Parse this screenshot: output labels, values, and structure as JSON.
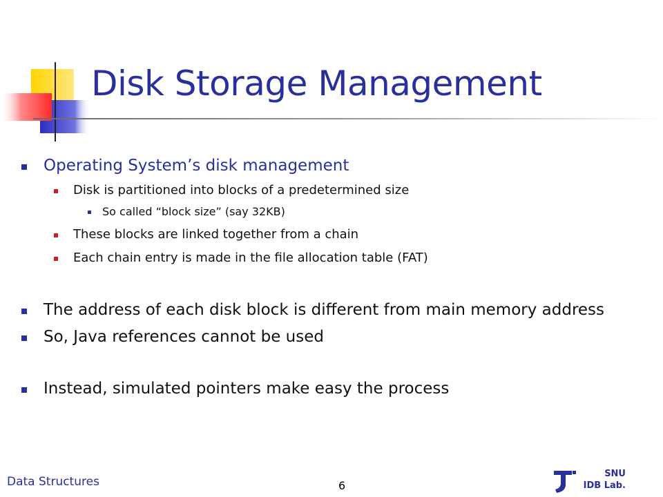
{
  "slide": {
    "title": "Disk Storage Management",
    "bullets": [
      {
        "level": 1,
        "accent": true,
        "text": "Operating System’s disk management"
      },
      {
        "level": 2,
        "text": "Disk is partitioned into blocks of a predetermined size"
      },
      {
        "level": 3,
        "text": "So called “block size” (say 32KB)"
      },
      {
        "level": 2,
        "text": "These blocks are linked together from a chain"
      },
      {
        "level": 2,
        "text": "Each chain entry is made in the file allocation table (FAT)"
      },
      {
        "level": 1,
        "text": "The address of each disk block is different from main memory address"
      },
      {
        "level": 1,
        "text": "So, Java references cannot be used"
      },
      {
        "level": 1,
        "text": "Instead, simulated pointers make easy the process"
      }
    ]
  },
  "footer": {
    "course": "Data Structures",
    "page_number": "6",
    "logo_line1": "SNU",
    "logo_line2": "IDB Lab."
  },
  "colors": {
    "title": "#2a2f9e",
    "accent_bullet": "#cc1f1f"
  }
}
